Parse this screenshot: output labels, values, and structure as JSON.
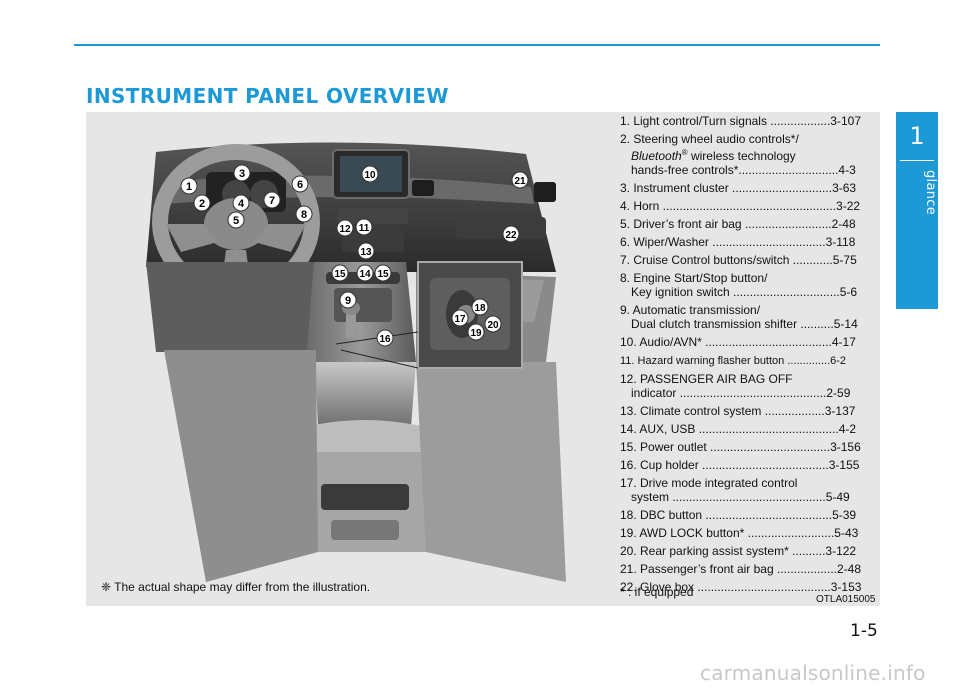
{
  "heading": "INSTRUMENT PANEL OVERVIEW",
  "chapter": {
    "number": "1",
    "title": "Your vehicle at a glance"
  },
  "page_number": "1-5",
  "illustration": {
    "note": "❈ The actual shape may differ from the illustration.",
    "code": "OTLA015005",
    "callouts": [
      "1",
      "2",
      "3",
      "4",
      "5",
      "6",
      "7",
      "8",
      "9",
      "10",
      "11",
      "12",
      "13",
      "14",
      "15",
      "15",
      "16",
      "17",
      "18",
      "19",
      "20",
      "21",
      "22"
    ]
  },
  "legend": {
    "i1": "1. Light control/Turn signals ..................3-107",
    "i2a": "2. Steering wheel audio controls*/",
    "i2b": "Bluetooth",
    "i2b_reg": "®",
    "i2b_rest": " wireless technology",
    "i2c": "hands-free controls*..............................4-3",
    "i3": "3. Instrument cluster ..............................3-63",
    "i4": "4. Horn ....................................................3-22",
    "i5": "5. Driver’s front air bag ..........................2-48",
    "i6": "6. Wiper/Washer ..................................3-118",
    "i7": "7. Cruise Control buttons/switch ............5-75",
    "i8a": "8. Engine Start/Stop button/",
    "i8b": "Key ignition switch ................................5-6",
    "i9a": "9. Automatic transmission/",
    "i9b": "Dual clutch transmission shifter ..........5-14",
    "i10": "10. Audio/AVN* ......................................4-17",
    "i11": "11. Hazard warning flasher button ..............6-2",
    "i12a": "12. PASSENGER AIR BAG OFF",
    "i12b": "indicator ............................................2-59",
    "i13": "13. Climate control system ..................3-137",
    "i14": "14. AUX, USB ..........................................4-2",
    "i15": "15. Power outlet ....................................3-156",
    "i16": "16. Cup holder ......................................3-155",
    "i17a": "17. Drive mode integrated control",
    "i17b": "system ..............................................5-49",
    "i18": "18. DBC button ......................................5-39",
    "i19": "19. AWD LOCK button* ..........................5-43",
    "i20": "20. Rear parking assist system* ..........3-122",
    "i21": "21. Passenger’s front air bag ..................2-48",
    "i22": "22. Glove box ........................................3-153"
  },
  "if_equipped": "* : if equipped",
  "watermark": "carmanualsonline.info"
}
